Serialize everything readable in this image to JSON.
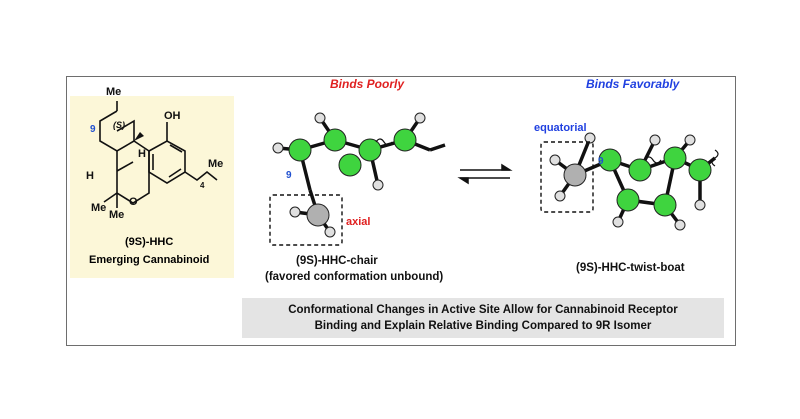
{
  "structure": {
    "me_top": "Me",
    "oh": "OH",
    "h_left": "H",
    "h_right": "H",
    "stereo": "(S)",
    "atom_nine": "9",
    "me_left": "Me",
    "me_bottom": "Me",
    "me_chain": "Me",
    "chain_sub": "4",
    "oxygen": "O",
    "compound": "(9S)-HHC",
    "subtitle": "Emerging Cannabinoid"
  },
  "left_model": {
    "heading": "Binds Poorly",
    "atom_nine": "9",
    "axial": "axial",
    "caption_line1": "(9S)-HHC-chair",
    "caption_line2": "(favored conformation unbound)"
  },
  "right_model": {
    "heading": "Binds Favorably",
    "equatorial": "equatorial",
    "atom_nine": "9",
    "caption": "(9S)-HHC-twist-boat"
  },
  "summary": {
    "line1": "Conformational Changes in Active Site Allow for Cannabinoid Receptor",
    "line2": "Binding and Explain Relative Binding Compared to 9R Isomer"
  },
  "colors": {
    "red": "#e02020",
    "blue": "#2040e0",
    "carbon": "#3fd43f",
    "highlight": "#fcf7d8"
  }
}
